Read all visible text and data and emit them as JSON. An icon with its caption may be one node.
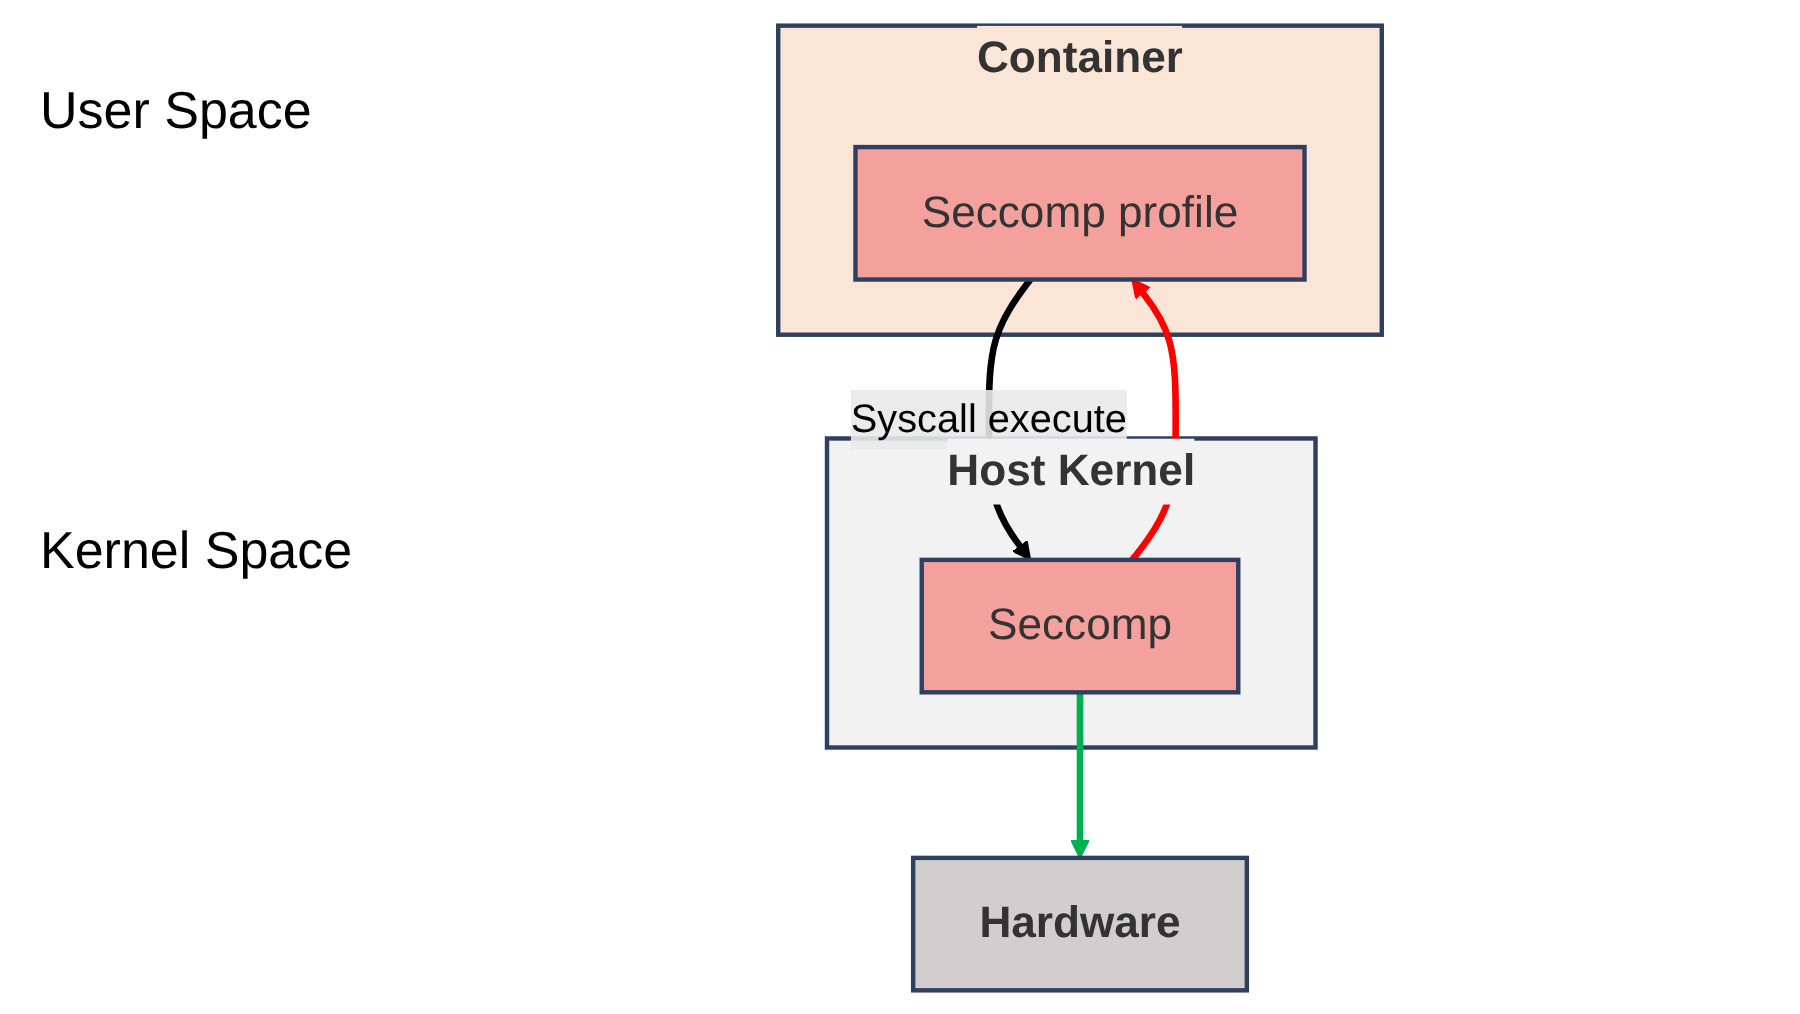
{
  "diagram": {
    "nodes": [
      {
        "text": [
          "Container"
        ]
      },
      {
        "text": [
          "Seccomp profile"
        ],
        "in": 0
      },
      {
        "text": [
          "Host Kernel"
        ]
      },
      {
        "text": [
          "Seccomp"
        ],
        "in": 2
      },
      {
        "text": [
          "Hardware"
        ]
      }
    ],
    "edges": [
      {
        "from": 1,
        "to": 3,
        "arrow": "to",
        "label": "Syscall execute"
      },
      {
        "from": 3,
        "to": 1,
        "arrow": "to",
        "color": "#ff0000"
      },
      {
        "from": 3,
        "to": 4,
        "arrow": "to",
        "color": "#00b050"
      }
    ],
    "labels": [
      "User Space",
      "Kernel Space"
    ]
  }
}
